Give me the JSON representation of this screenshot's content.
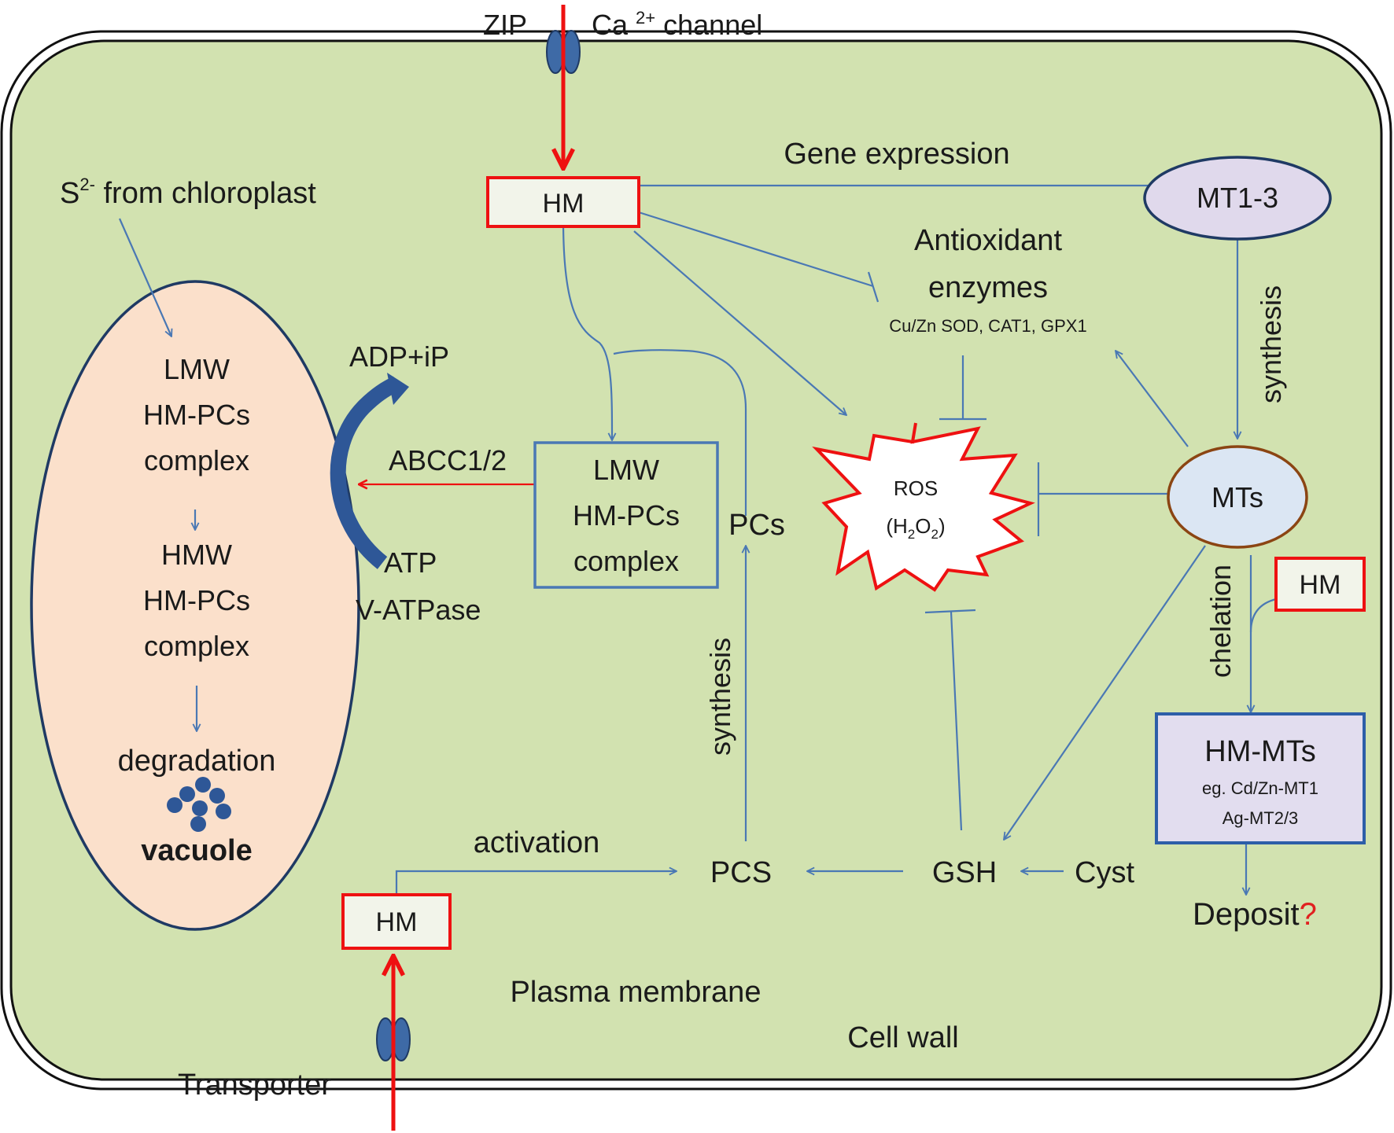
{
  "labels": {
    "zip": "ZIP",
    "ca_channel_prefix": "Ca ",
    "ca_channel_sup": "2+",
    "ca_channel_suffix": " channel",
    "gene_expression": "Gene expression",
    "hm": "HM",
    "mt13": "MT1-3",
    "s_prefix": "S",
    "s_sup": "2-",
    "s_suffix": " from chloroplast",
    "antioxidant": "Antioxidant",
    "enzymes": "enzymes",
    "enzymes_list": "Cu/Zn SOD, CAT1, GPX1",
    "synthesis": "synthesis",
    "adp_ip": "ADP+iP",
    "abcc": "ABCC1/2",
    "atp": "ATP",
    "v_atpase": "V-ATPase",
    "lmw": "LMW",
    "hmw": "HMW",
    "hm_pcs": "HM-PCs",
    "complex": "complex",
    "pcs": "PCs",
    "ros": "ROS",
    "h2o2_open": "(H",
    "h2o2_sub": "2",
    "h2o2_o": "O",
    "h2o2_close": ")",
    "mts": "MTs",
    "chelation": "chelation",
    "hm_mts": "HM-MTs",
    "eg_cd": "eg. Cd/Zn-MT1",
    "ag_mt": "Ag-MT2/3",
    "deposit": "Deposit",
    "question": "?",
    "degradation": "degradation",
    "vacuole": "vacuole",
    "activation": "activation",
    "pcs_enzyme": "PCS",
    "gsh": "GSH",
    "cyst": "Cyst",
    "plasma_membrane": "Plasma membrane",
    "cell_wall": "Cell wall",
    "transporter": "Transporter"
  },
  "colors": {
    "cytoplasm": "#d2e2b0",
    "vacuole": "#fbe0cb",
    "arrow_blue": "#4a78b4",
    "arrow_red": "#ee1111",
    "mt_fill": "#e0d9ec",
    "mts_fill": "#dbe6f3",
    "mts_border": "#8b4513",
    "channel": "#3e6aa6",
    "hm_box_fill": "#f2f4ea",
    "hmmts_fill": "#e2ddef",
    "question_mark": "#e02020"
  }
}
